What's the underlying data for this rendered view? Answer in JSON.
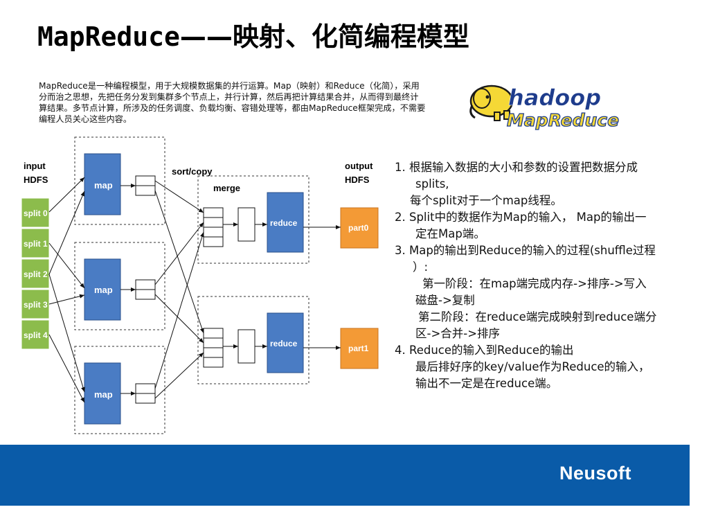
{
  "slide": {
    "title_en": "MapReduce",
    "title_zh": "——映射、化简编程模型",
    "intro": "MapReduce是一种编程模型，用于大规模数据集的并行运算。Map（映射）和Reduce（化简），采用分而治之思想，先把任务分发到集群多个节点上，并行计算，然后再把计算结果合并，从而得到最终计算结果。多节点计算，所涉及的任务调度、负载均衡、容错处理等，都由MapReduce框架完成，不需要编程人员关心这些内容。",
    "logo": {
      "top": "hadoop",
      "bottom": "MapReduce"
    },
    "diagram": {
      "input_label": [
        "input",
        "HDFS"
      ],
      "output_label": [
        "output",
        "HDFS"
      ],
      "sort_copy": "sort/copy",
      "merge": "merge",
      "splits": [
        "split 0",
        "split 1",
        "split 2",
        "split 3",
        "split 4"
      ],
      "map": "map",
      "reduce": "reduce",
      "parts": [
        "part0",
        "part1"
      ]
    },
    "steps": [
      "1. 根据输入数据的大小和参数的设置把数据分成",
      "splits,",
      "每个split对于一个map线程。",
      "2. Split中的数据作为Map的输入， Map的输出一",
      "定在Map端。",
      "3. Map的输出到Reduce的输入的过程(shuffle过程",
      "）:",
      "第一阶段：在map端完成内存->排序->写入",
      "磁盘->复制",
      "第二阶段：在reduce端完成映射到reduce端分",
      "区->合并->排序",
      "4. Reduce的输入到Reduce的输出",
      "最后排好序的key/value作为Reduce的输入，",
      "输出不一定是在reduce端。"
    ],
    "footer_logo": "Neusoft",
    "colors": {
      "map": "#4a7cc4",
      "split": "#8cbc4c",
      "part": "#f39a36",
      "footer": "#0a5ba8"
    }
  }
}
